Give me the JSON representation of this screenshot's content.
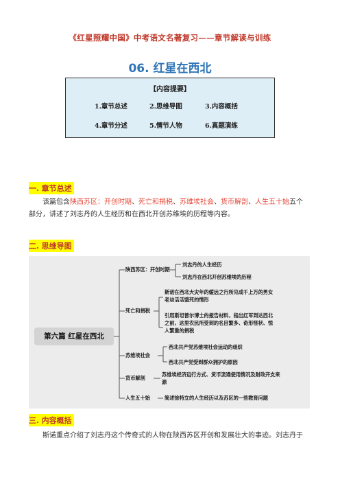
{
  "header": "《红星照耀中国》中考语文名著复习——章节解读与训练",
  "title": "06. 红星在西北",
  "summary_box": {
    "heading": "【内容提要】",
    "items": [
      "1.章节总述",
      "2.思维导图",
      "3.内容概括",
      "4.章节分述",
      "5.情节人物",
      "6.真题演练"
    ]
  },
  "section1": {
    "heading": "一. 章节总述",
    "para_prefix": "该篇包含",
    "highlighted": [
      "陕西苏区：开创时期",
      "死亡和捐税",
      "苏维埃社会",
      "货币解剖",
      "人生五十始"
    ],
    "separator": "、",
    "para_line1_end": "五个",
    "para_line2": "部分，讲述了刘志丹的人生经历和在西北开创苏维埃的历程等内容。"
  },
  "section2": {
    "heading": "二. 思维导图"
  },
  "mindmap": {
    "root": "第六篇 红星在西北",
    "branches": [
      {
        "label": "陕西苏区：开创时期",
        "children": [
          "刘志丹的人生经历",
          "刘志丹在西北开创苏维埃的历程"
        ]
      },
      {
        "label": "死亡和捐税",
        "children": [
          "斯诺在西北大灾年的缓远之行所见成千上万的男女老幼活活饿死的情形",
          "引用斯坦普尔博士的报告材料，指出红军到达西北之前，这里农民所受到的名目繁多、奇形怪状、惊人繁重的捐税"
        ]
      },
      {
        "label": "苏维埃社会",
        "children": [
          "西北共产党苏维埃社会运动的组织",
          "西北共产党受到群众拥护的原因"
        ]
      },
      {
        "label": "货币解剖",
        "children": [
          "苏维埃经济运行方式、货币流通使用情况及财政开支来源"
        ]
      },
      {
        "label": "人生五十始",
        "children": [
          "简述徐特立的人生经历以及苏区的一些教育问题"
        ]
      }
    ]
  },
  "section3": {
    "heading": "三. 内容概括",
    "para": "斯诺重点介绍了刘志丹这个传奇式的人物在陕西苏区开创和发展壮大的事迹。刘志丹于"
  }
}
